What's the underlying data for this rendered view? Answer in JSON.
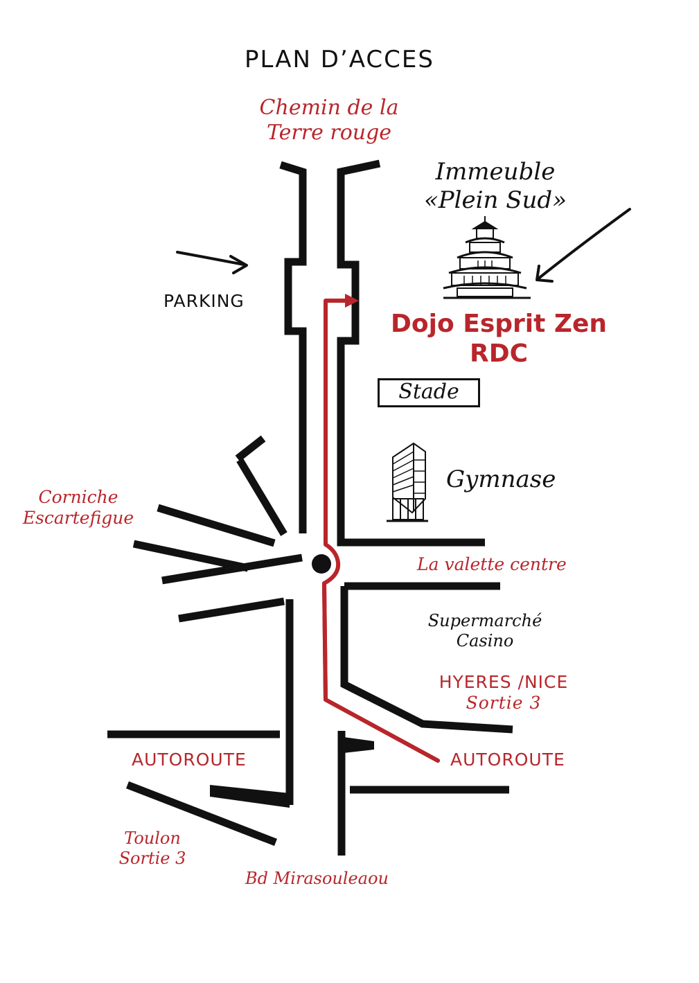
{
  "map": {
    "title": "PLAN D’ACCES",
    "colors": {
      "road": "#111111",
      "route": "#b8262b",
      "red_text": "#b8262b",
      "text": "#111111"
    },
    "labels": {
      "north_road": [
        "Chemin de la",
        "Terre rouge"
      ],
      "building": [
        "Immeuble",
        "«Plein Sud»"
      ],
      "dojo": [
        "Dojo Esprit Zen",
        "RDC"
      ],
      "parking": "PARKING",
      "stade": "Stade",
      "gymnase": "Gymnase",
      "corniche": [
        "Corniche",
        "Escartefigue"
      ],
      "valette": "La valette centre",
      "supermarche": [
        "Supermarché",
        "Casino"
      ],
      "hyeres": [
        "HYERES /NICE",
        "Sortie 3"
      ],
      "autoroute_left": "AUTOROUTE",
      "autoroute_right": "AUTOROUTE",
      "toulon": [
        "Toulon",
        "Sortie 3"
      ],
      "bd": "Bd Mirasouleaou"
    },
    "icons": [
      "pagoda-icon",
      "tower-icon",
      "arrow-icon",
      "roundabout-icon"
    ]
  }
}
